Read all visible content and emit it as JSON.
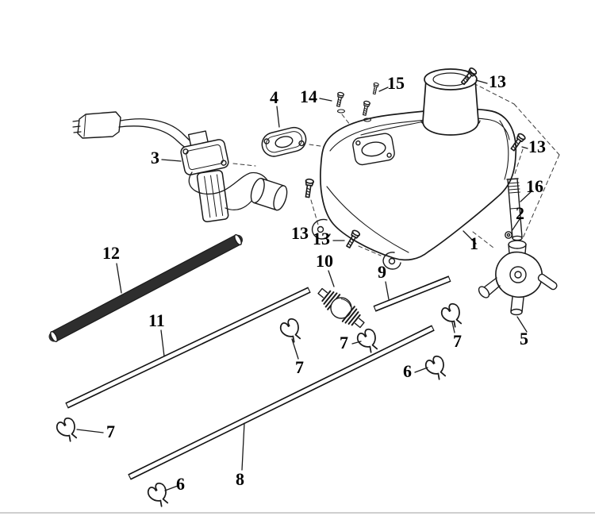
{
  "canvas": {
    "background": "#ffffff",
    "line_color": "#1a1a1a"
  },
  "labels": [
    {
      "part": "fuel-tank",
      "text": "1"
    },
    {
      "part": "valve-washer",
      "text": "2"
    },
    {
      "part": "fuel-level-sender",
      "text": "3"
    },
    {
      "part": "sender-gasket-plate",
      "text": "4"
    },
    {
      "part": "fuel-petcock",
      "text": "5"
    },
    {
      "part": "hose-clamp",
      "text": "6"
    },
    {
      "part": "hose-clamp",
      "text": "6"
    },
    {
      "part": "hose-clamp",
      "text": "7"
    },
    {
      "part": "hose-clamp",
      "text": "7"
    },
    {
      "part": "hose-clamp",
      "text": "7"
    },
    {
      "part": "hose-clamp",
      "text": "7"
    },
    {
      "part": "fuel-hose-long",
      "text": "8"
    },
    {
      "part": "fuel-hose-short",
      "text": "9"
    },
    {
      "part": "fuel-filter",
      "text": "10"
    },
    {
      "part": "fuel-hose-middle",
      "text": "11"
    },
    {
      "part": "hose-spring-guard",
      "text": "12"
    },
    {
      "part": "bolt",
      "text": "13"
    },
    {
      "part": "bolt",
      "text": "13"
    },
    {
      "part": "bolt",
      "text": "13"
    },
    {
      "part": "bolt",
      "text": "13"
    },
    {
      "part": "screw-washer-set",
      "text": "14"
    },
    {
      "part": "screw",
      "text": "15"
    },
    {
      "part": "petcock-stem",
      "text": "16"
    }
  ]
}
